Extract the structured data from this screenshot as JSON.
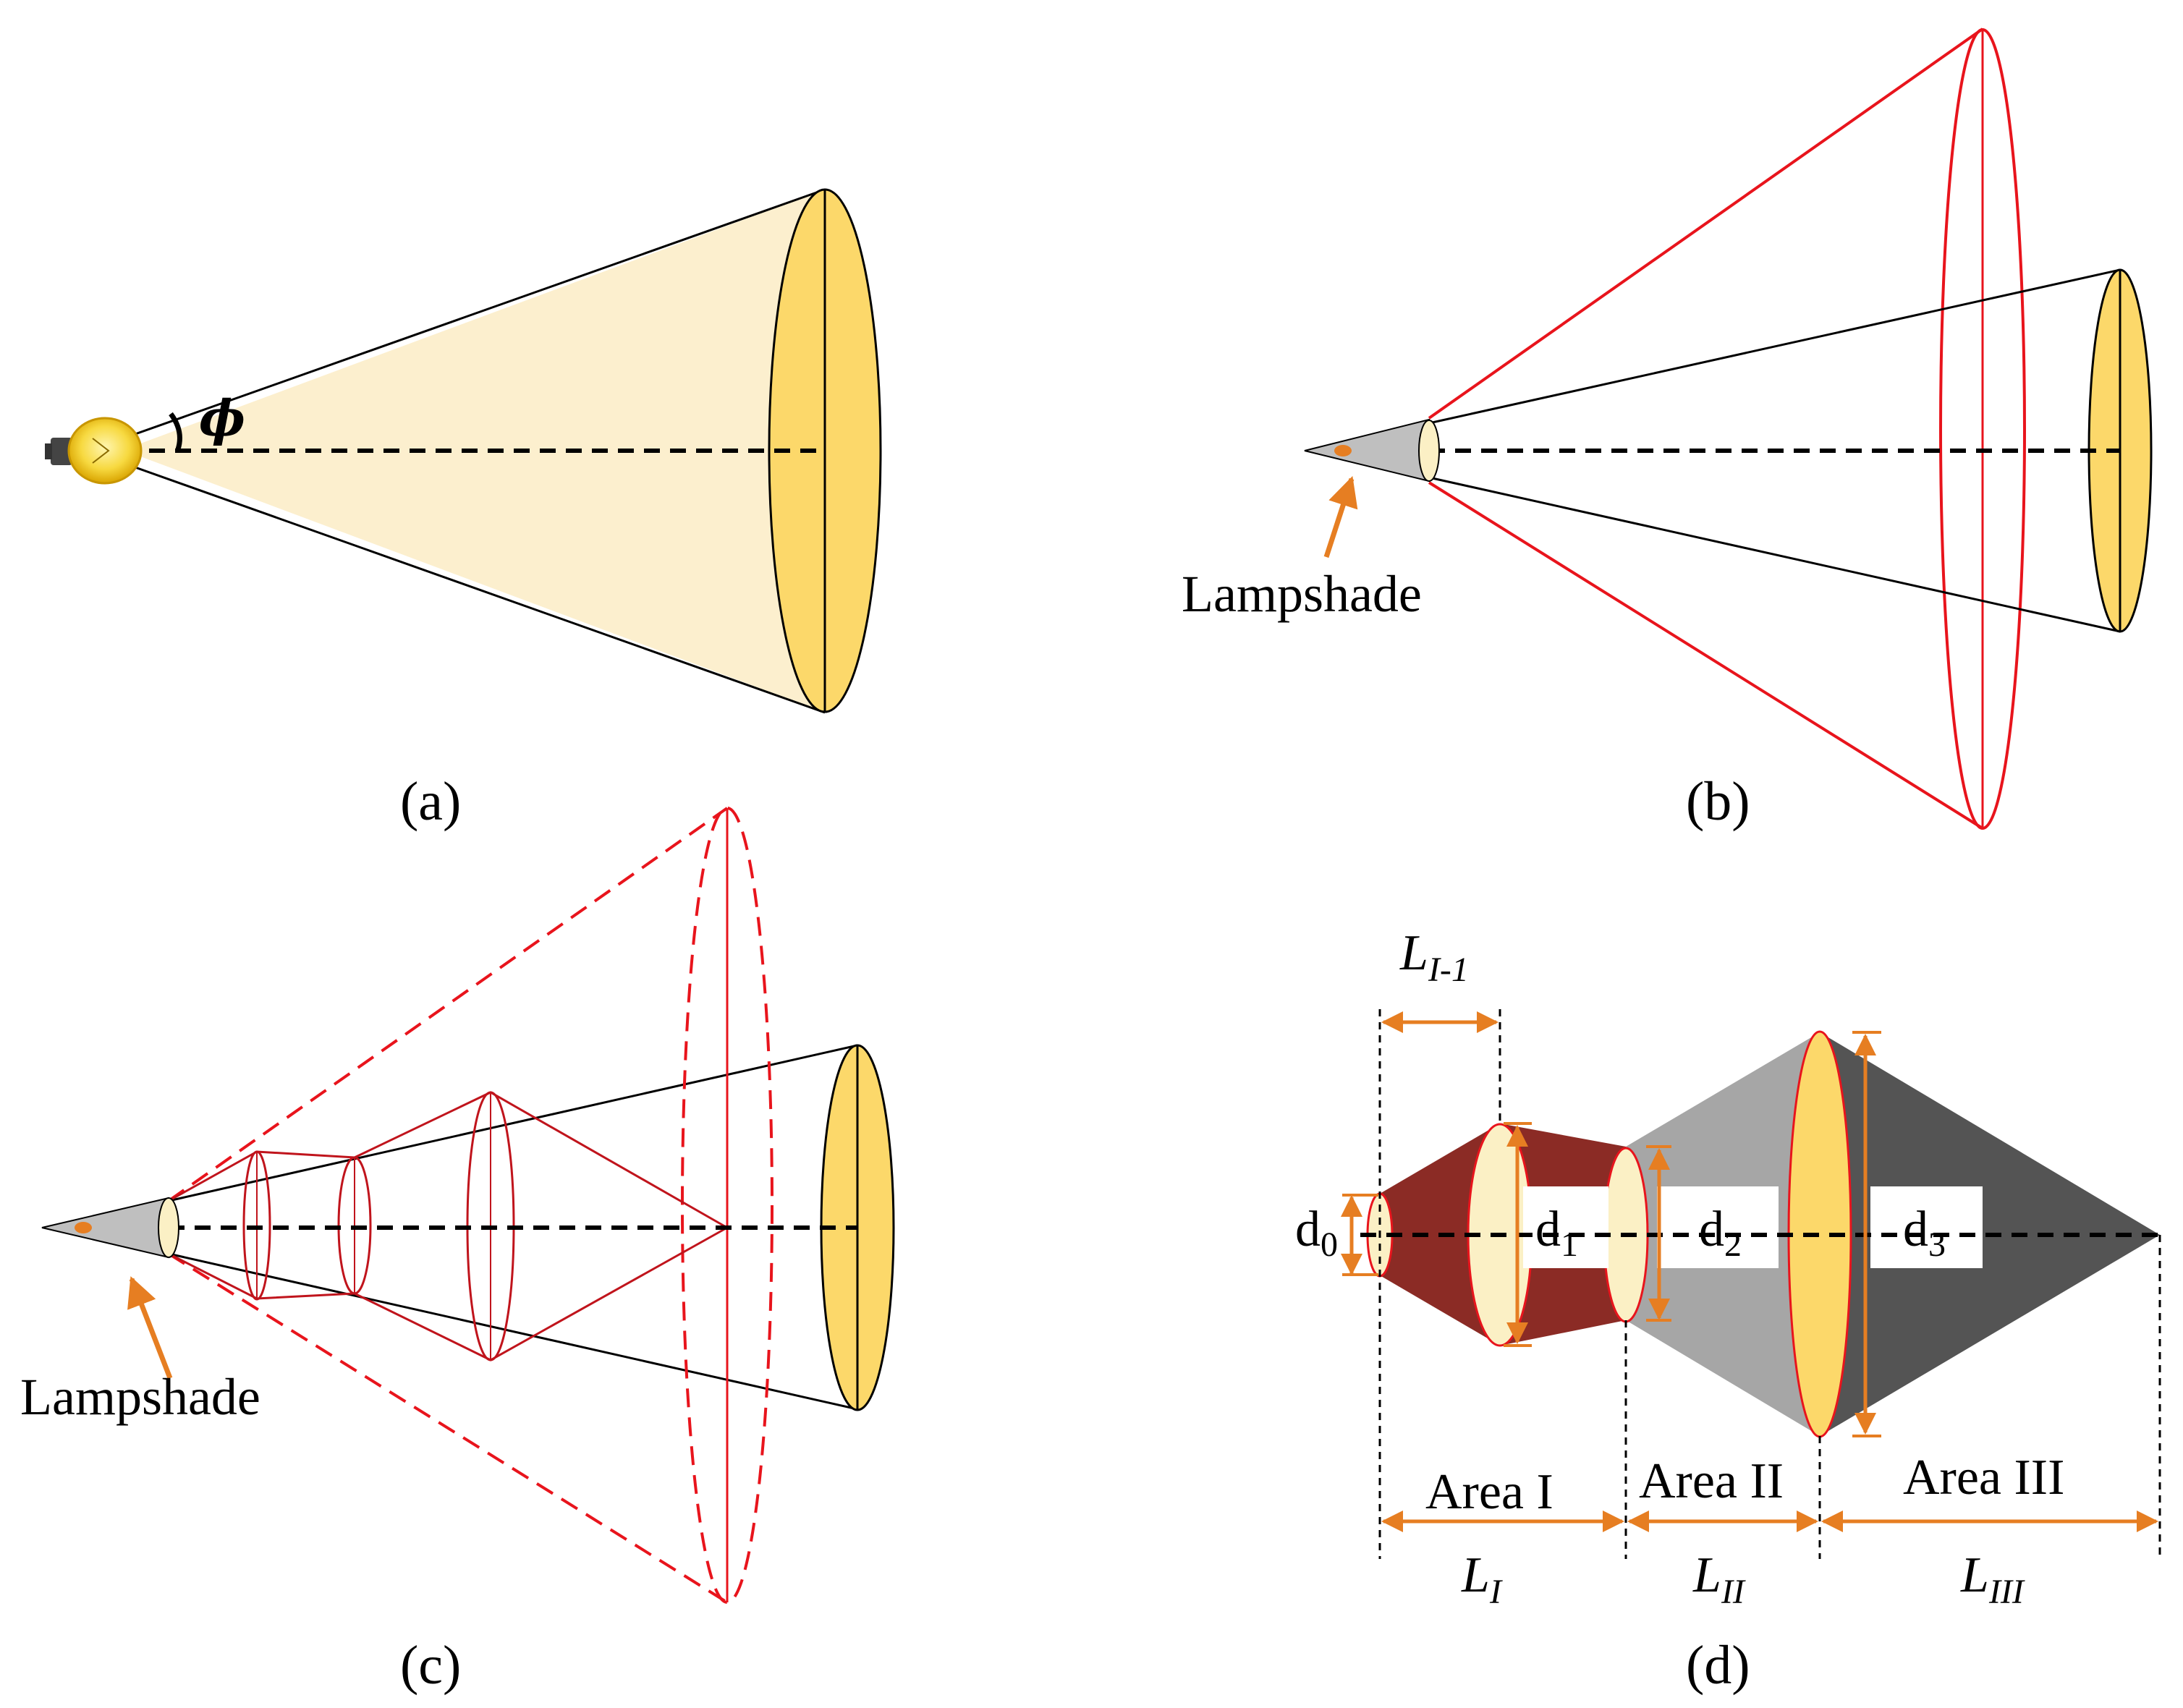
{
  "panels": {
    "a": {
      "caption": "(a)",
      "angle_symbol": "ϕ"
    },
    "b": {
      "caption": "(b)",
      "arrow_label": "Lampshade"
    },
    "c": {
      "caption": "(c)",
      "arrow_label": "Lampshade"
    },
    "d": {
      "caption": "(d)",
      "diameters": [
        {
          "base": "d",
          "sub": "0"
        },
        {
          "base": "d",
          "sub": "1"
        },
        {
          "base": "d",
          "sub": "2"
        },
        {
          "base": "d",
          "sub": "3"
        }
      ],
      "areas": [
        "Area I",
        "Area II",
        "Area III"
      ],
      "lengths": [
        {
          "base": "L",
          "sub": "I"
        },
        {
          "base": "L",
          "sub": "II"
        },
        {
          "base": "L",
          "sub": "III"
        }
      ],
      "top_length": {
        "base": "L",
        "sub": "I-1"
      }
    }
  },
  "colors": {
    "beam_fill": "#FCEFCE",
    "disk_yellow": "#FCD86A",
    "disk_cream": "#FBF0C5",
    "red": "#E8141C",
    "dark_red": "#C0141C",
    "orange": "#E67E22",
    "maroon": "#8B2B25",
    "mid_gray": "#A6A6A6",
    "dark_gray": "#545454",
    "shade_gray": "#BFBFBF"
  }
}
